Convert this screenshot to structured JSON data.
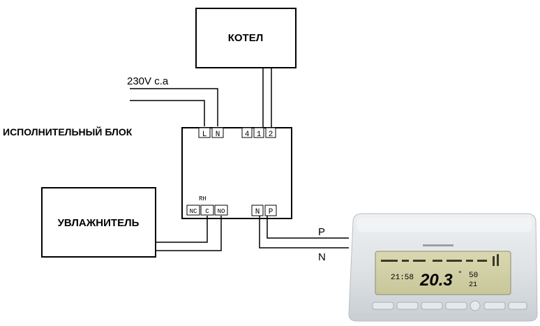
{
  "boiler": {
    "label": "КОТЕЛ"
  },
  "supply": {
    "label": "230V c.a"
  },
  "actuator": {
    "label": "ИСПОЛНИТЕЛЬНЫЙ БЛОК",
    "terminals_top_left": [
      "L",
      "N"
    ],
    "terminals_top_right": [
      "4",
      "1",
      "2"
    ],
    "relay_label": "RH",
    "relay_terminals": [
      "NC",
      "C",
      "NO"
    ],
    "bus_terminals": [
      "N",
      "P"
    ]
  },
  "humidifier": {
    "label": "УВЛАЖНИТЕЛЬ"
  },
  "bus_wires": {
    "p_label": "P",
    "n_label": "N"
  },
  "thermostat": {
    "display_value": "20.3",
    "display_unit": "°",
    "display_time": "21:58",
    "display_humidity": "50",
    "display_aux": "21"
  }
}
